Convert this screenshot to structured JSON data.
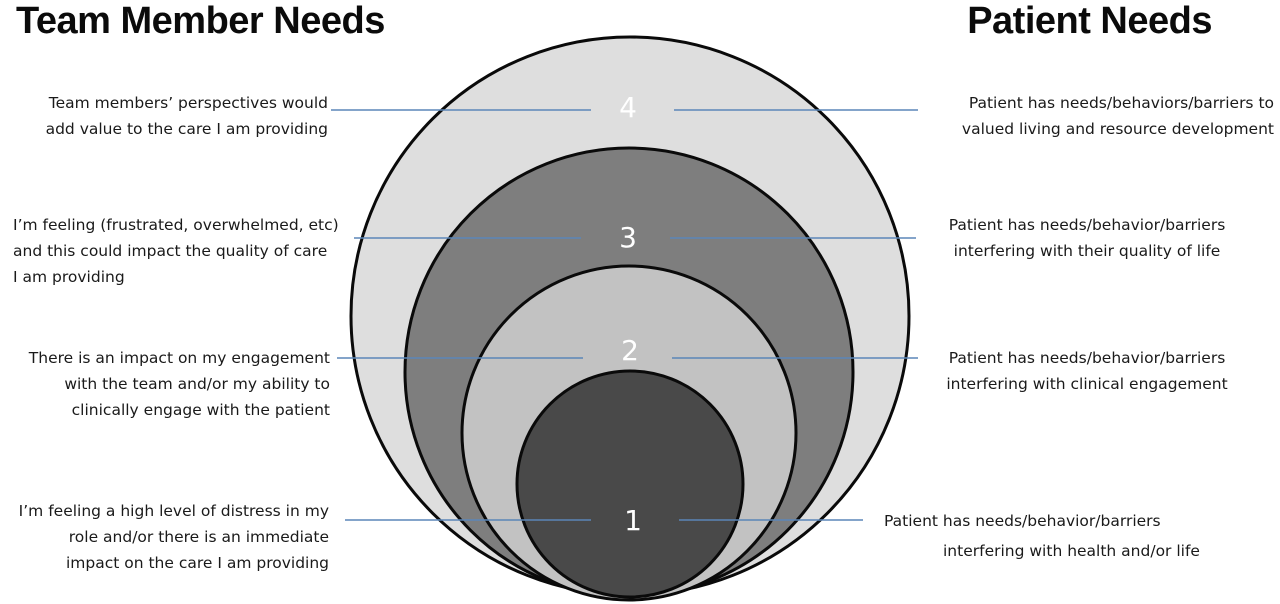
{
  "header": {
    "left_title": "Team Member Needs",
    "right_title": "Patient Needs"
  },
  "colors": {
    "level4": "#dedede",
    "level3": "#7e7e7e",
    "level2": "#c2c2c2",
    "level1": "#494949",
    "outline": "#0a0a0a",
    "connector": "#5b86b8",
    "number": "#ffffff"
  },
  "levels": [
    {
      "number": "4",
      "team": [
        "Team members’ perspectives would",
        "add value to the care I am providing"
      ],
      "patient": [
        "Patient has needs/behaviors/barriers to",
        "valued living and resource development"
      ]
    },
    {
      "number": "3",
      "team": [
        "I’m feeling (frustrated, overwhelmed, etc)",
        "and this could impact the quality of care",
        "I am providing"
      ],
      "patient": [
        "Patient has needs/behavior/barriers",
        "interfering with their quality of life"
      ]
    },
    {
      "number": "2",
      "team": [
        "There is an impact on my engagement",
        "with the team and/or my ability to",
        "clinically engage with the patient"
      ],
      "patient": [
        "Patient has needs/behavior/barriers",
        "interfering with clinical engagement"
      ]
    },
    {
      "number": "1",
      "team": [
        "I’m feeling a high level of distress in my",
        "role and/or there is an immediate",
        "impact on the care I am providing"
      ],
      "patient": [
        "Patient has needs/behavior/barriers",
        "interfering with health and/or life"
      ]
    }
  ]
}
